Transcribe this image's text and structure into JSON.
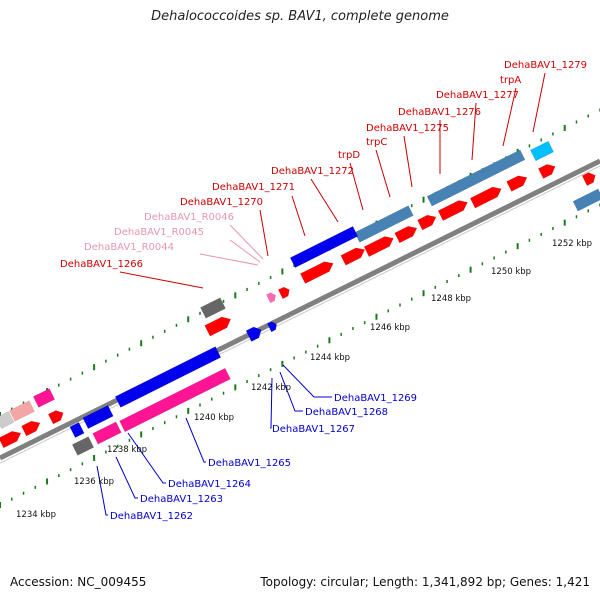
{
  "title": "Dehalococcoides sp. BAV1, complete genome",
  "footer": {
    "accession": "Accession: NC_009455",
    "stats": "Topology: circular; Length: 1,341,892 bp; Genes: 1,421"
  },
  "colors": {
    "background": "#ffffff",
    "backbone": "#808080",
    "tick": "#1a7a1a",
    "label_red": "#cc0000",
    "label_pink": "#e696b4",
    "label_blue": "#0000cc",
    "cds_red": "#ff0000",
    "cds_blue": "#0000ee",
    "cds_steelblue": "#4682b4",
    "cds_pink": "#ff1493",
    "cds_lightpink": "#f08080",
    "cds_cyan": "#00bfff",
    "cds_gray": "#666666",
    "rna_pink": "#ff69b4"
  },
  "scale": [
    {
      "label": "1234 kbp"
    },
    {
      "label": "1236 kbp"
    },
    {
      "label": "1238 kbp"
    },
    {
      "label": "1240 kbp"
    },
    {
      "label": "1242 kbp"
    },
    {
      "label": "1244 kbp"
    },
    {
      "label": "1246 kbp"
    },
    {
      "label": "1248 kbp"
    },
    {
      "label": "1250 kbp"
    },
    {
      "label": "1252 kbp"
    }
  ],
  "upper_labels": [
    {
      "text": "DehaBAV1_1279",
      "color": "red"
    },
    {
      "text": "trpA",
      "color": "red"
    },
    {
      "text": "DehaBAV1_1277",
      "color": "red"
    },
    {
      "text": "DehaBAV1_1276",
      "color": "red"
    },
    {
      "text": "DehaBAV1_1275",
      "color": "red"
    },
    {
      "text": "trpC",
      "color": "red"
    },
    {
      "text": "trpD",
      "color": "red"
    },
    {
      "text": "DehaBAV1_1272",
      "color": "red"
    },
    {
      "text": "DehaBAV1_1271",
      "color": "red"
    },
    {
      "text": "DehaBAV1_1270",
      "color": "red"
    },
    {
      "text": "DehaBAV1_R0046",
      "color": "pink"
    },
    {
      "text": "DehaBAV1_R0045",
      "color": "pink"
    },
    {
      "text": "DehaBAV1_R0044",
      "color": "pink"
    },
    {
      "text": "DehaBAV1_1266",
      "color": "red"
    }
  ],
  "lower_labels": [
    {
      "text": "DehaBAV1_1269"
    },
    {
      "text": "DehaBAV1_1268"
    },
    {
      "text": "DehaBAV1_1267"
    },
    {
      "text": "DehaBAV1_1265"
    },
    {
      "text": "DehaBAV1_1264"
    },
    {
      "text": "DehaBAV1_1263"
    },
    {
      "text": "DehaBAV1_1262"
    }
  ]
}
